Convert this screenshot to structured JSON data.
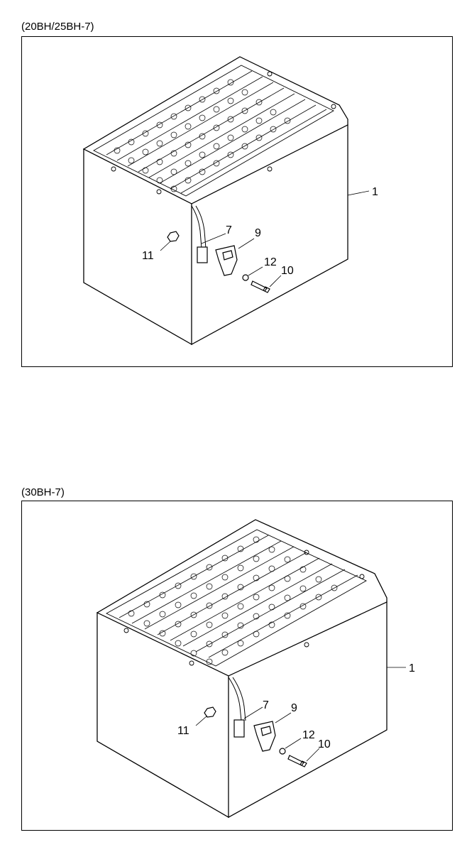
{
  "diagrams": [
    {
      "caption": "(20BH/25BH-7)",
      "callouts": {
        "c1": "1",
        "c7": "7",
        "c9": "9",
        "c11": "11",
        "c12": "12",
        "c10": "10"
      }
    },
    {
      "caption": "(30BH-7)",
      "callouts": {
        "c1": "1",
        "c7": "7",
        "c9": "9",
        "c11": "11",
        "c12": "12",
        "c10": "10"
      }
    }
  ]
}
